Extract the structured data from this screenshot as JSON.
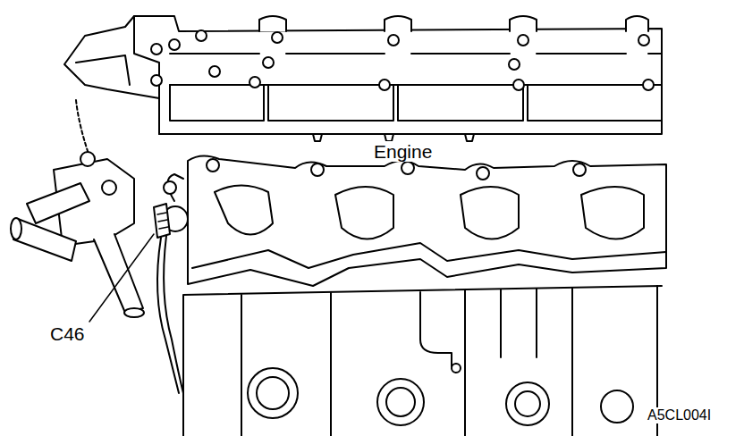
{
  "diagram": {
    "labels": [
      "Engine",
      "C46",
      "A5CL004I"
    ]
  }
}
